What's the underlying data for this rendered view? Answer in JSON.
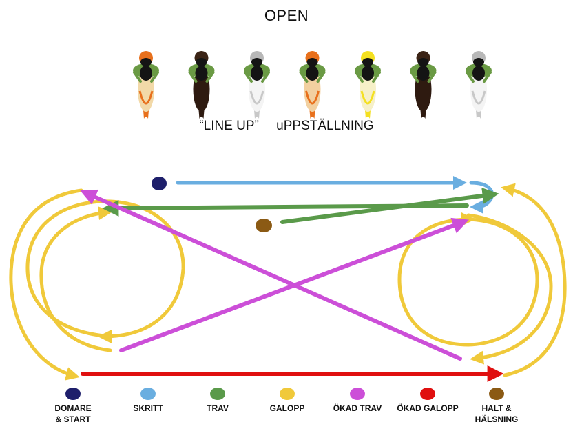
{
  "title": "OPEN",
  "lineup": {
    "label_en": "“LINE UP”",
    "label_sv": "uPPSTÄLLNING",
    "horses": [
      {
        "helmet": "#e8701c",
        "body": "#f2d9a8",
        "tail": "#e8701c"
      },
      {
        "helmet": "#3b2416",
        "body": "#2e1a10",
        "tail": "#2e1a10"
      },
      {
        "helmet": "#b8b8b8",
        "body": "#f4f4f4",
        "tail": "#c8c8c8"
      },
      {
        "helmet": "#e8701c",
        "body": "#f2d0a0",
        "tail": "#e8701c"
      },
      {
        "helmet": "#f4e020",
        "body": "#f6f0c8",
        "tail": "#f4e020"
      },
      {
        "helmet": "#3b2416",
        "body": "#2e1a10",
        "tail": "#2e1a10"
      },
      {
        "helmet": "#b8b8b8",
        "body": "#f4f4f4",
        "tail": "#c8c8c8"
      }
    ]
  },
  "colors": {
    "start": "#1e1f6b",
    "walk": "#6aaee0",
    "trot": "#5a9a4a",
    "canter": "#f0c93a",
    "extended_trot": "#cc4fd8",
    "extended_canter": "#e01010",
    "halt": "#8b5a14",
    "jacket": "#6a9a44",
    "rider": "#141414"
  },
  "legend": [
    {
      "key": "start",
      "label": "DOMARE\n& START"
    },
    {
      "key": "walk",
      "label": "SKRITT"
    },
    {
      "key": "trot",
      "label": "TRAV"
    },
    {
      "key": "canter",
      "label": "GALOPP"
    },
    {
      "key": "extended_trot",
      "label": "ÖKAD TRAV"
    },
    {
      "key": "extended_canter",
      "label": "ÖKAD GALOPP"
    },
    {
      "key": "halt",
      "label": "HALT &\nHÄLSNING"
    }
  ]
}
